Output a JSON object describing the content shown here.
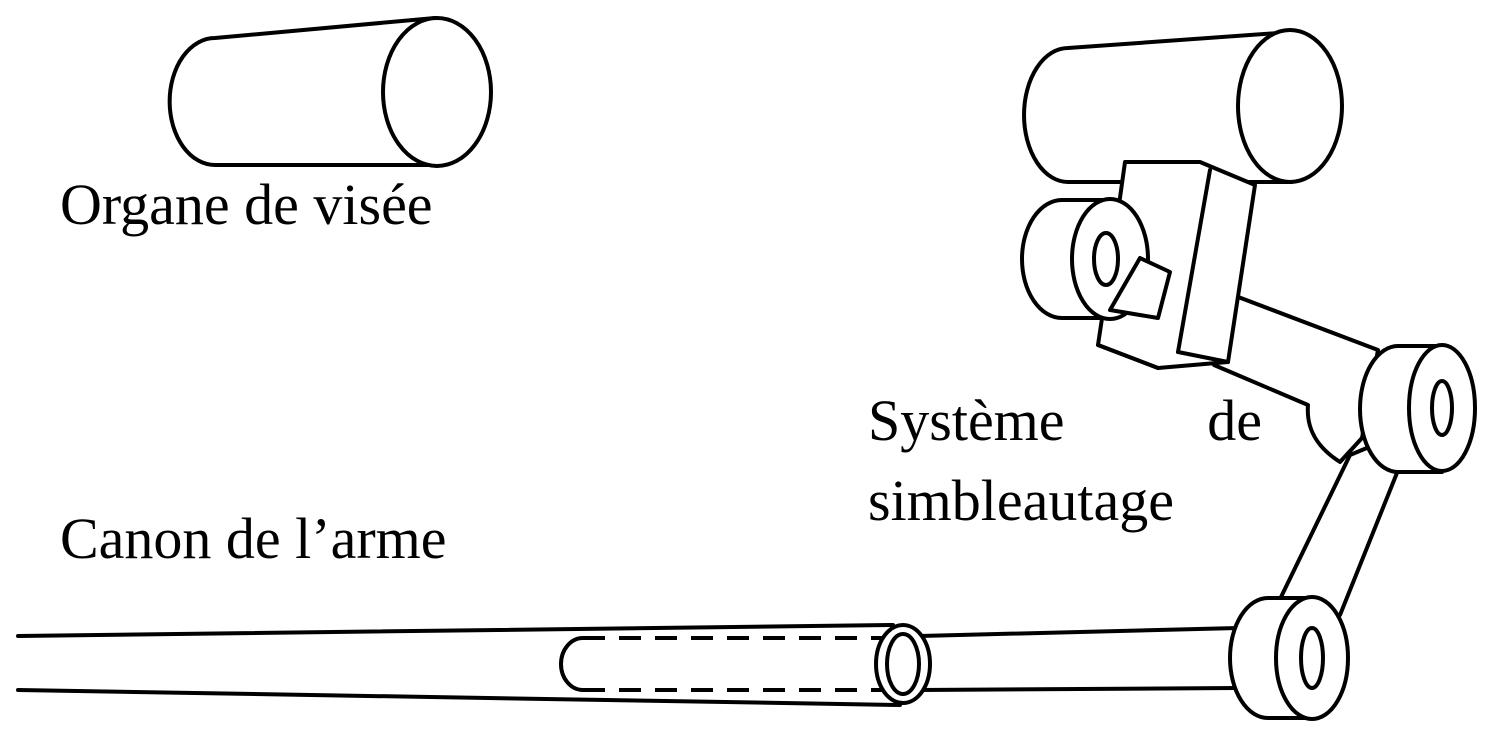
{
  "labels": {
    "sight_device": "Organe de visée",
    "barrel": "Canon de l’arme",
    "boresight_word1": "Système",
    "boresight_word2": "de",
    "boresight_word3": "simbleautage"
  },
  "colors": {
    "line": "#000000",
    "background": "#ffffff"
  }
}
